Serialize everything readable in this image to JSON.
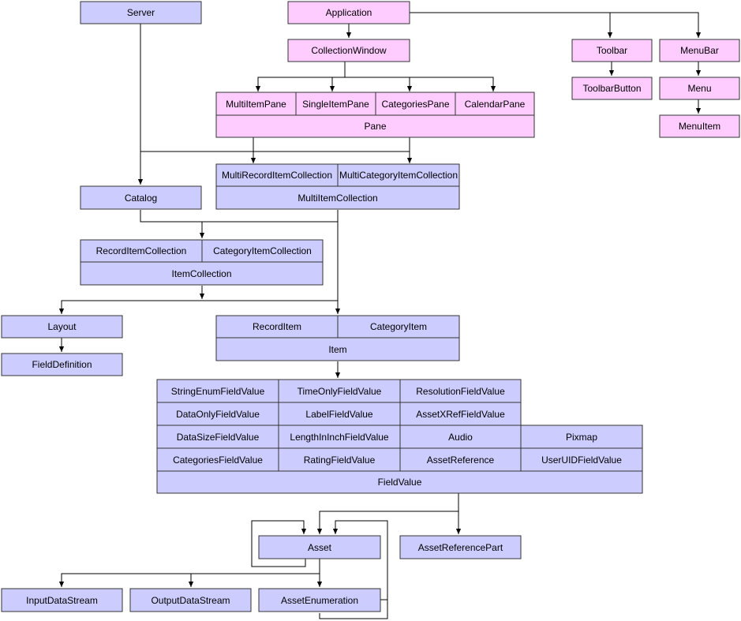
{
  "colors": {
    "blue": "#ccccff",
    "pink": "#ffccff",
    "stroke": "#333333",
    "line": "#000000"
  },
  "nodes": {
    "server": "Server",
    "application": "Application",
    "collection_window": "CollectionWindow",
    "toolbar": "Toolbar",
    "menubar": "MenuBar",
    "toolbar_button": "ToolbarButton",
    "menu": "Menu",
    "menu_item": "MenuItem",
    "multi_item_pane": "MultiItemPane",
    "single_item_pane": "SingleItemPane",
    "categories_pane": "CategoriesPane",
    "calendar_pane": "CalendarPane",
    "pane": "Pane",
    "multi_record_item_collection": "MultiRecordItemCollection",
    "multi_category_item_collection": "MultiCategoryItemCollection",
    "multi_item_collection": "MultiItemCollection",
    "catalog": "Catalog",
    "record_item_collection": "RecordItemCollection",
    "category_item_collection": "CategoryItemCollection",
    "item_collection": "ItemCollection",
    "layout": "Layout",
    "field_definition": "FieldDefinition",
    "record_item": "RecordItem",
    "category_item": "CategoryItem",
    "item": "Item",
    "string_enum_field_value": "StringEnumFieldValue",
    "time_only_field_value": "TimeOnlyFieldValue",
    "resolution_field_value": "ResolutionFieldValue",
    "data_only_field_value": "DataOnlyFieldValue",
    "label_field_value": "LabelFieldValue",
    "asset_xref_field_value": "AssetXRefFieldValue",
    "data_size_field_value": "DataSizeFieldValue",
    "length_in_inch_field_value": "LengthInInchFieldValue",
    "audio": "Audio",
    "pixmap": "Pixmap",
    "categories_field_value": "CategoriesFieldValue",
    "rating_field_value": "RatingFieldValue",
    "asset_reference": "AssetReference",
    "user_uid_field_value": "UserUIDFieldValue",
    "field_value": "FieldValue",
    "asset": "Asset",
    "asset_reference_part": "AssetReferencePart",
    "input_data_stream": "InputDataStream",
    "output_data_stream": "OutputDataStream",
    "asset_enumeration": "AssetEnumeration"
  }
}
